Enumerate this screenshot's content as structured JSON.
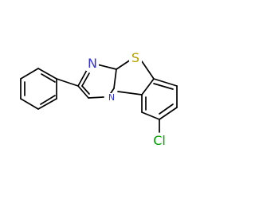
{
  "molecule": {
    "atoms": [
      {
        "id": "n-imine",
        "symbol": "N",
        "color": "#3333cc"
      },
      {
        "id": "s-thiazole",
        "symbol": "S",
        "color": "#b8a000"
      },
      {
        "id": "n-bridge",
        "symbol": "N",
        "color": "#3333cc"
      },
      {
        "id": "cl-substituent",
        "symbol": "Cl",
        "color": "#00a000"
      }
    ],
    "bond_color": "#000000",
    "rings": [
      "phenyl",
      "imidazole",
      "thiazole",
      "benzene"
    ]
  }
}
